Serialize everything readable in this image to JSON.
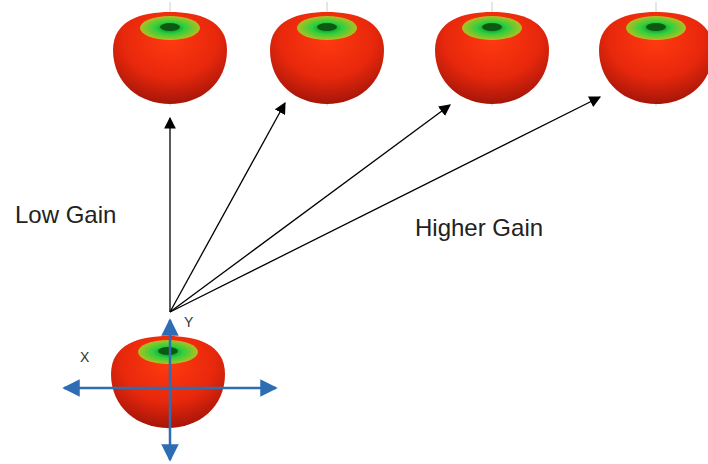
{
  "diagram": {
    "labels": [
      "Low Gain",
      "Higher Gain",
      "Y",
      "X"
    ]
  }
}
